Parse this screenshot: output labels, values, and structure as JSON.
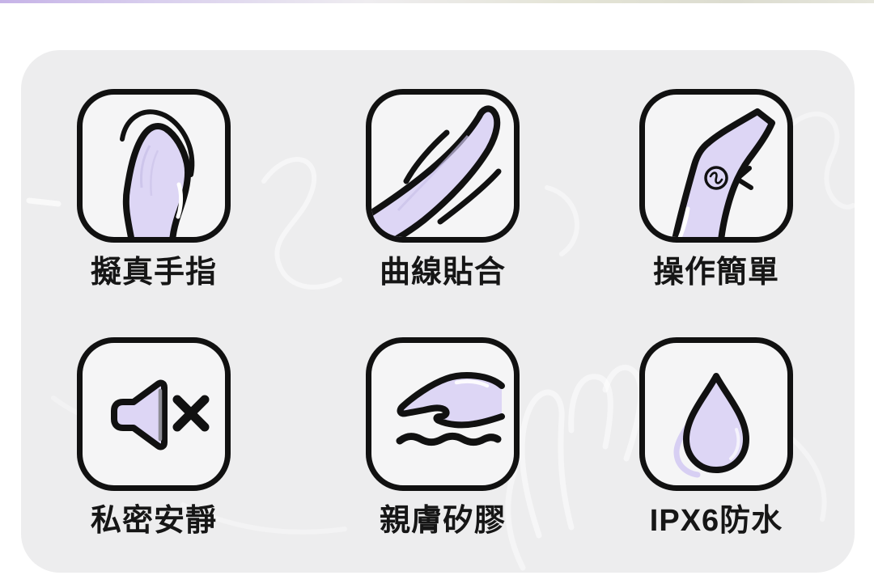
{
  "page": {
    "type": "product-feature-infographic",
    "colors": {
      "background": "#ffffff",
      "card": "#ededee",
      "tile": "#f5f5f6",
      "outline": "#111111",
      "illustration_fill": "#ddd6f5",
      "illustration_shade": "#c9c0e8",
      "label_text": "#161616",
      "top_strip_left": "#c6b3e7",
      "top_strip_right": "#dcdcd0"
    }
  },
  "features": [
    {
      "label": "擬真手指",
      "icon": "finger-icon"
    },
    {
      "label": "曲線貼合",
      "icon": "curved-wand-icon"
    },
    {
      "label": "操作簡單",
      "icon": "device-button-icon"
    },
    {
      "label": "私密安靜",
      "icon": "muted-speaker-icon"
    },
    {
      "label": "親膚矽膠",
      "icon": "hand-touch-icon"
    },
    {
      "label": "IPX6防水",
      "icon": "water-drop-icon"
    }
  ]
}
